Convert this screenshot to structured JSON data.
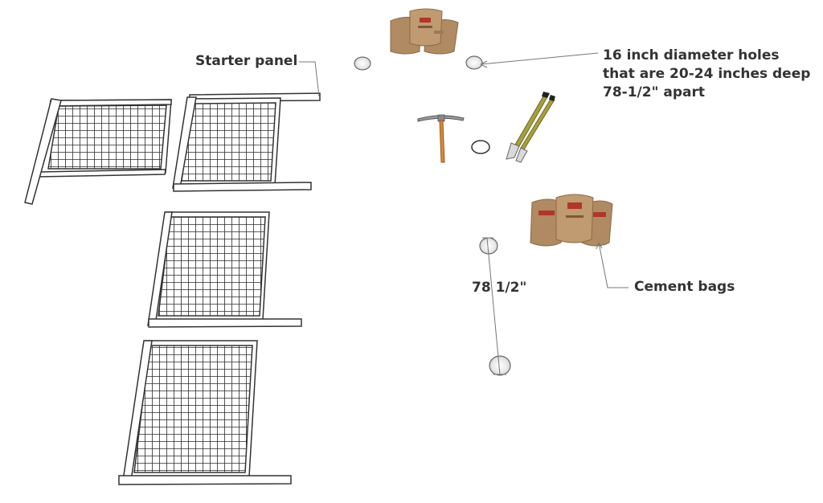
{
  "labels": {
    "starter_panel": "Starter panel",
    "holes_line1": "16 inch diameter holes",
    "holes_line2": "that are 20-24 inches deep",
    "holes_line3": "78-1/2\" apart",
    "dimension": "78 1/2\"",
    "cement_bags": "Cement bags"
  },
  "colors": {
    "frame_stroke": "#333333",
    "frame_fill": "#ffffff",
    "mesh": "#2a2a2a",
    "bag": "#b08a62",
    "bag_dark": "#8c6a45",
    "bag_label": "#b2362a",
    "handle_wood": "#d48a3a",
    "auger_handle": "#a8a040",
    "leader": "#777777",
    "text": "#333333"
  },
  "icons": {
    "pickaxe": "pickaxe-icon",
    "post_hole_digger": "post-hole-digger-icon",
    "cement_bag": "cement-bag-icon",
    "hole": "hole-marker"
  }
}
